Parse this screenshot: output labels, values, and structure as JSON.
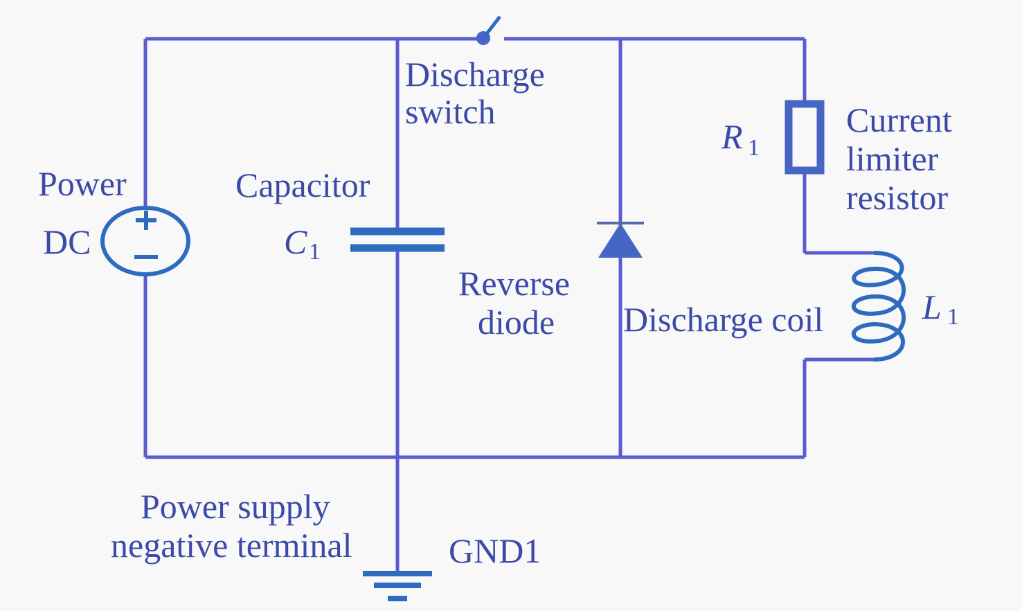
{
  "diagram": {
    "type": "circuit-schematic",
    "components": {
      "power": {
        "label_top": "Power",
        "label_side": "DC",
        "plus": "+",
        "minus": "−"
      },
      "capacitor": {
        "label": "Capacitor",
        "symbol": "C",
        "subscript": "1"
      },
      "switch": {
        "label_line1": "Discharge",
        "label_line2": "switch"
      },
      "diode": {
        "label_line1": "Reverse",
        "label_line2": "diode"
      },
      "resistor": {
        "symbol": "R",
        "subscript": "1",
        "label_line1": "Current",
        "label_line2": "limiter",
        "label_line3": "resistor"
      },
      "coil": {
        "label": "Discharge coil",
        "symbol": "L",
        "subscript": "1"
      },
      "ground": {
        "label_line1": "Power supply",
        "label_line2": "negative terminal",
        "name": "GND1"
      }
    },
    "colors": {
      "wire": "#5b5bd0",
      "component": "#2e6bbf",
      "text": "#3b4aa8",
      "background": "#f8f8f8"
    }
  }
}
